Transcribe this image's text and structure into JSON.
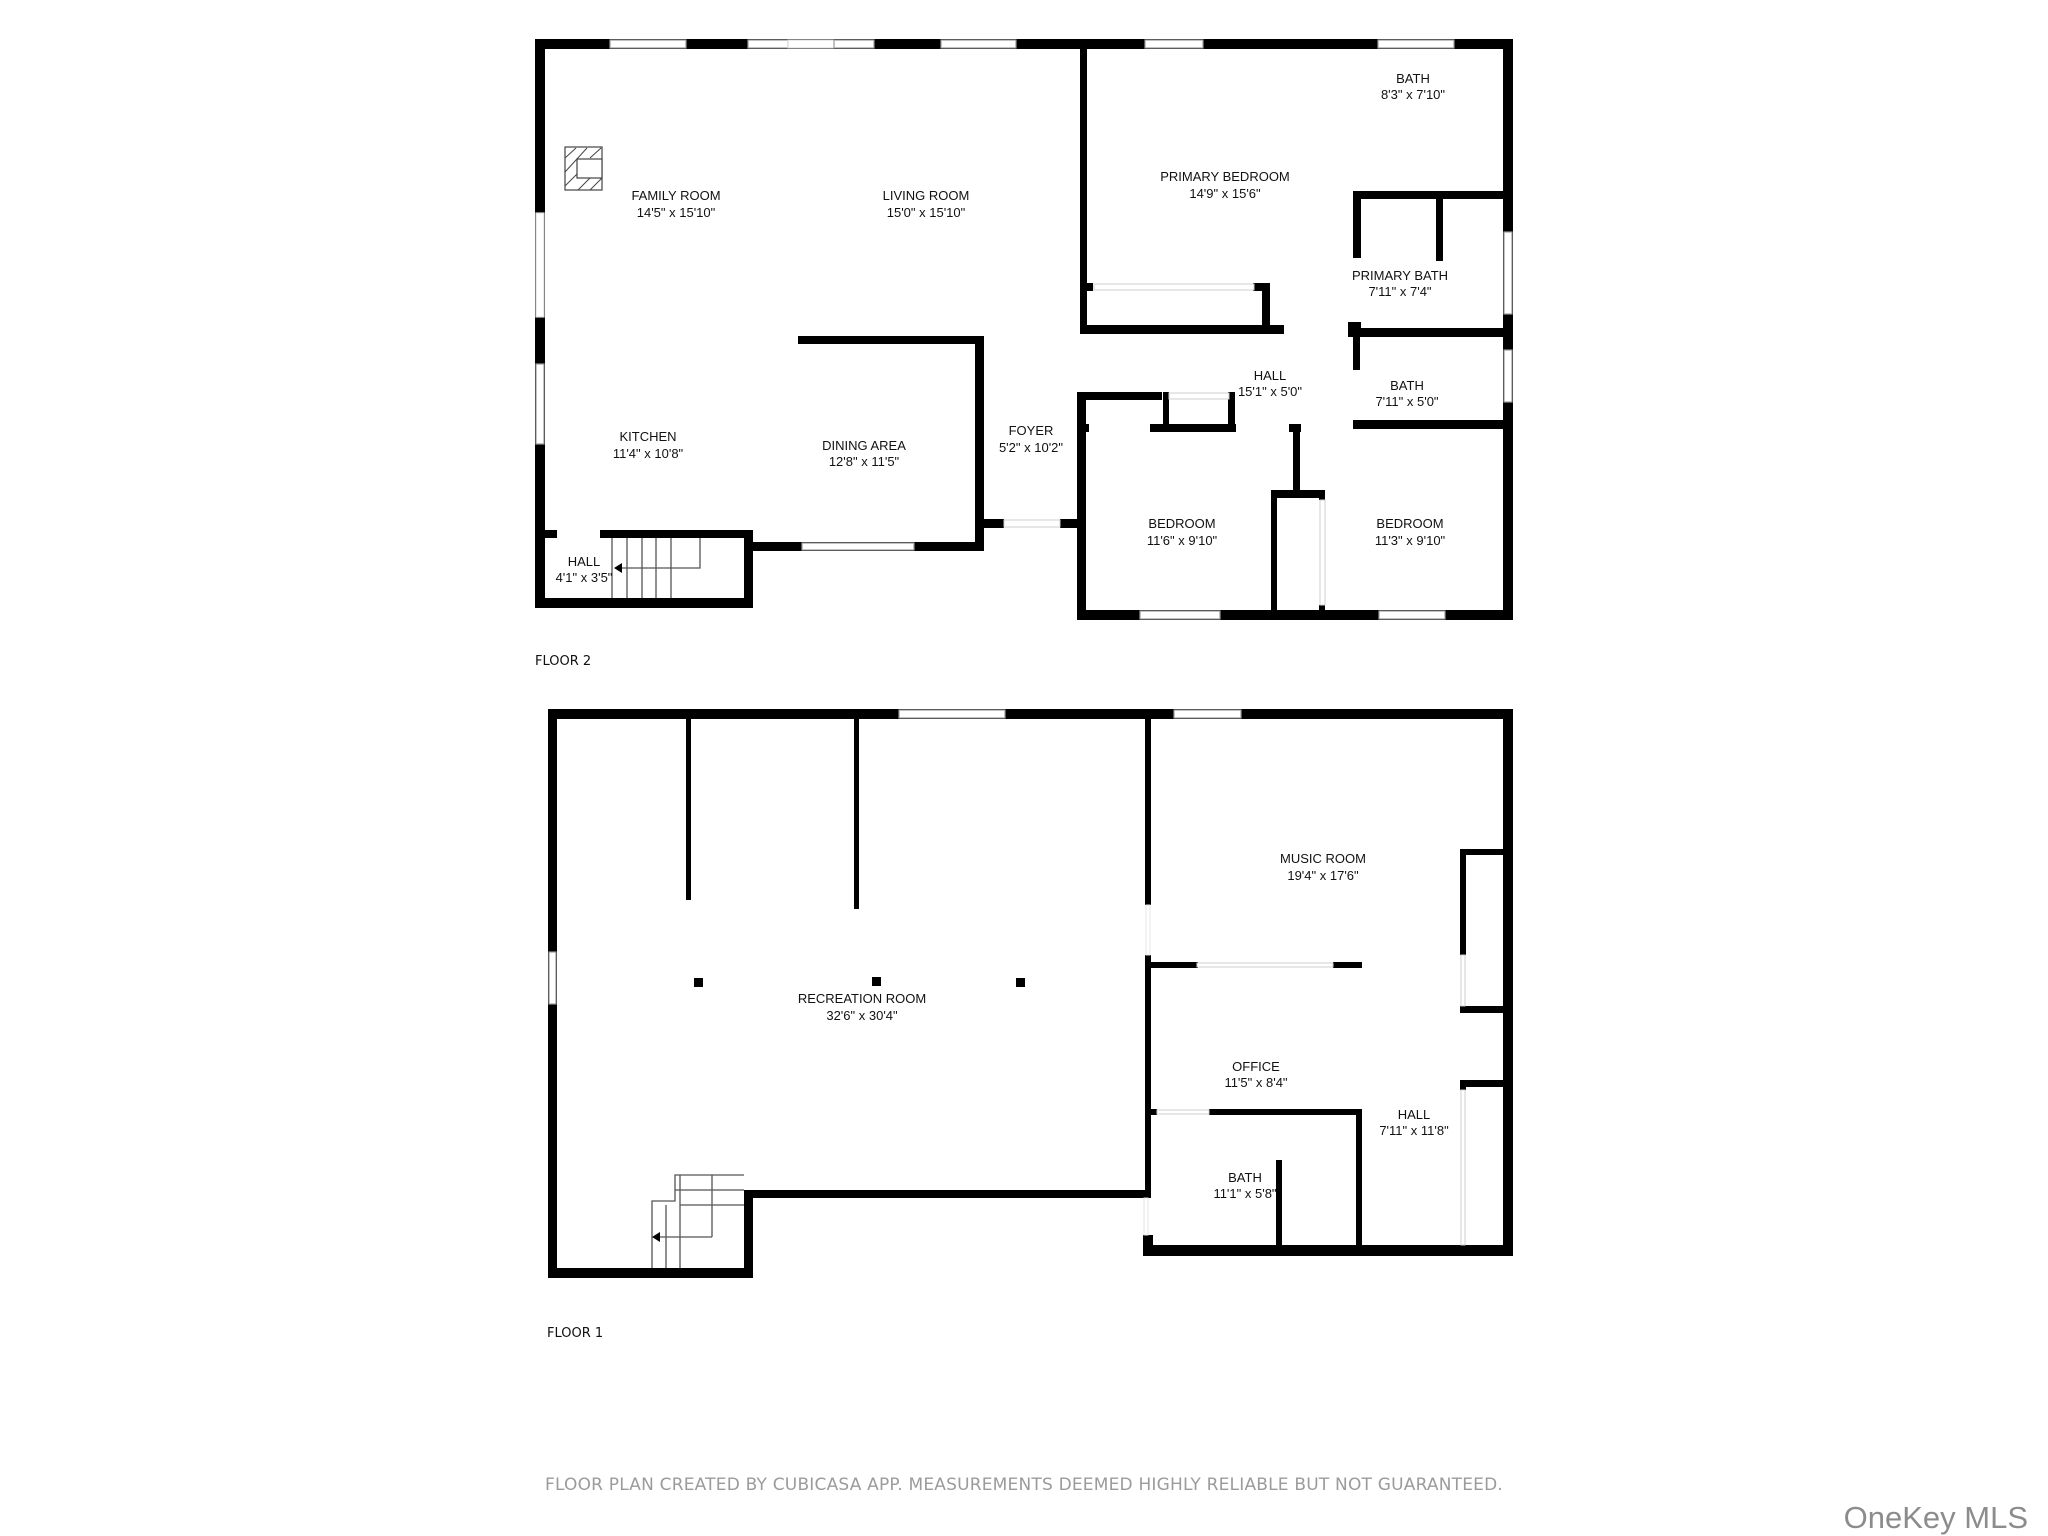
{
  "floor2": {
    "label": "FLOOR 2",
    "rooms": [
      {
        "name": "FAMILY ROOM",
        "dims": "14'5\" x 15'10\""
      },
      {
        "name": "LIVING ROOM",
        "dims": "15'0\" x 15'10\""
      },
      {
        "name": "PRIMARY BEDROOM",
        "dims": "14'9\" x 15'6\""
      },
      {
        "name": "BATH",
        "dims": "8'3\" x 7'10\""
      },
      {
        "name": "PRIMARY BATH",
        "dims": "7'11\" x 7'4\""
      },
      {
        "name": "HALL",
        "dims": "15'1\" x 5'0\""
      },
      {
        "name": "BATH",
        "dims": "7'11\" x 5'0\""
      },
      {
        "name": "KITCHEN",
        "dims": "11'4\" x 10'8\""
      },
      {
        "name": "DINING AREA",
        "dims": "12'8\" x 11'5\""
      },
      {
        "name": "FOYER",
        "dims": "5'2\" x 10'2\""
      },
      {
        "name": "BEDROOM",
        "dims": "11'6\" x 9'10\""
      },
      {
        "name": "BEDROOM",
        "dims": "11'3\" x 9'10\""
      },
      {
        "name": "HALL",
        "dims": "4'1\" x 3'5\""
      }
    ]
  },
  "floor1": {
    "label": "FLOOR 1",
    "rooms": [
      {
        "name": "RECREATION ROOM",
        "dims": "32'6\" x 30'4\""
      },
      {
        "name": "MUSIC ROOM",
        "dims": "19'4\" x 17'6\""
      },
      {
        "name": "OFFICE",
        "dims": "11'5\" x 8'4\""
      },
      {
        "name": "HALL",
        "dims": "7'11\" x 11'8\""
      },
      {
        "name": "BATH",
        "dims": "11'1\" x 5'8\""
      }
    ]
  },
  "footer": {
    "disclaimer": "FLOOR PLAN CREATED BY CUBICASA APP. MEASUREMENTS DEEMED HIGHLY RELIABLE BUT NOT GUARANTEED.",
    "watermark": "OneKey MLS"
  },
  "colors": {
    "wall": "#000000",
    "background": "#ffffff",
    "footer_text": "#9b9b9b",
    "watermark": "#8c8c8c"
  }
}
